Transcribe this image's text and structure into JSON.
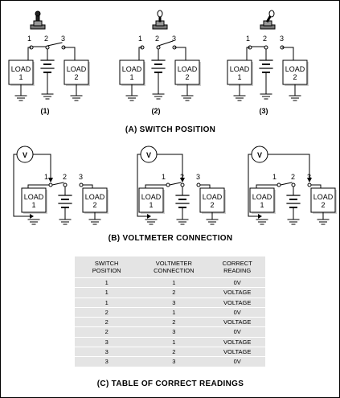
{
  "panel_a": {
    "terminals": [
      "1",
      "2",
      "3"
    ],
    "load1": [
      "LOAD",
      "1"
    ],
    "load2": [
      "LOAD",
      "2"
    ],
    "positions": [
      "(1)",
      "(2)",
      "(3)"
    ],
    "caption": "(A) SWITCH POSITION"
  },
  "panel_b": {
    "meter": "V",
    "terminals": [
      "1",
      "2",
      "3"
    ],
    "load1": [
      "LOAD",
      "1"
    ],
    "load2": [
      "LOAD",
      "2"
    ],
    "caption": "(B) VOLTMETER CONNECTION"
  },
  "table": {
    "headers": [
      [
        "SWITCH",
        "POSITION"
      ],
      [
        "VOLTMETER",
        "CONNECTION"
      ],
      [
        "CORRECT",
        "READING"
      ]
    ],
    "rows": [
      [
        "1",
        "1",
        "0V"
      ],
      [
        "1",
        "2",
        "VOLTAGE"
      ],
      [
        "1",
        "3",
        "VOLTAGE"
      ],
      [
        "2",
        "1",
        "0V"
      ],
      [
        "2",
        "2",
        "VOLTAGE"
      ],
      [
        "2",
        "3",
        "0V"
      ],
      [
        "3",
        "1",
        "VOLTAGE"
      ],
      [
        "3",
        "2",
        "VOLTAGE"
      ],
      [
        "3",
        "3",
        "0V"
      ]
    ],
    "caption": "(C) TABLE OF CORRECT READINGS"
  }
}
